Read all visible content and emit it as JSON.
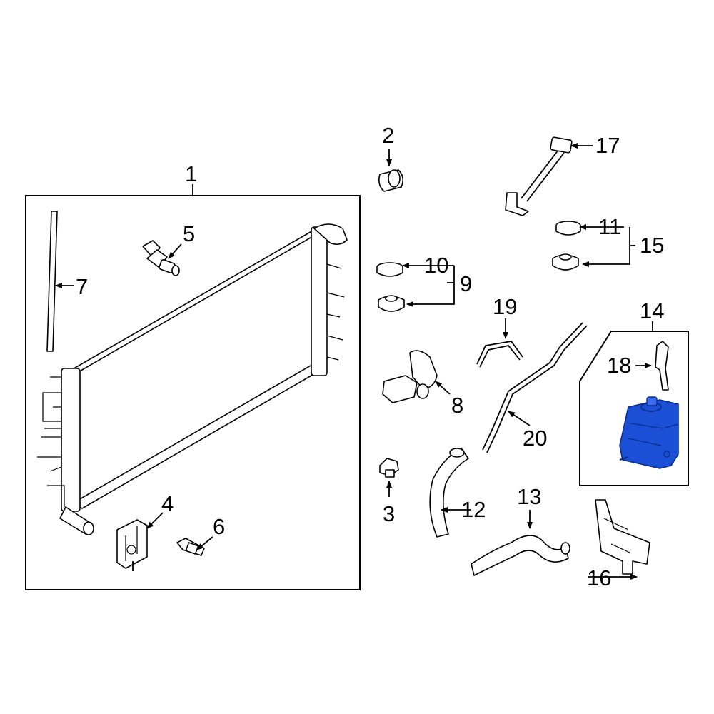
{
  "callouts": {
    "c1": "1",
    "c2": "2",
    "c3": "3",
    "c4": "4",
    "c5": "5",
    "c6": "6",
    "c7": "7",
    "c8": "8",
    "c9": "9",
    "c10": "10",
    "c11": "11",
    "c12": "12",
    "c13": "13",
    "c14": "14",
    "c15": "15",
    "c16": "16",
    "c17": "17",
    "c18": "18",
    "c19": "19",
    "c20": "20"
  },
  "colors": {
    "highlight": "#1a4fd6",
    "highlight_dark": "#0b2d8a",
    "ink": "#000000"
  },
  "highlighted_part": "14"
}
